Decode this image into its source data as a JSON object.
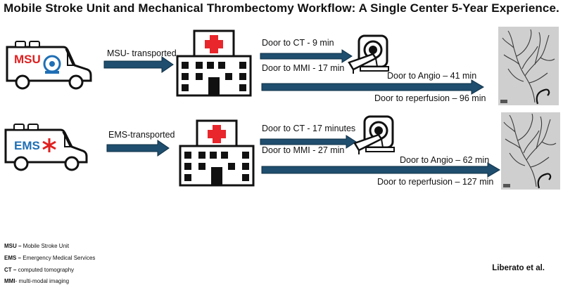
{
  "title": "Mobile Stroke Unit and Mechanical Thrombectomy Workflow: A Single Center 5-Year Experience.",
  "msu_row": {
    "vehicle_label": "MSU",
    "transport_label": "MSU- transported",
    "door_to_ct": "Door to CT - 9 min",
    "door_to_mmi": "Door to MMI - 17 min",
    "door_to_angio": "Door to Angio – 41 min",
    "door_to_reperfusion": "Door to reperfusion – 96 min"
  },
  "ems_row": {
    "vehicle_label": "EMS",
    "transport_label": "EMS-transported",
    "door_to_ct": "Door to CT - 17 minutes",
    "door_to_mmi": "Door to MMI - 27 min",
    "door_to_angio": "Door to Angio – 62 min",
    "door_to_reperfusion": "Door to reperfusion – 127 min"
  },
  "legend": [
    {
      "abbr": "MSU –",
      "text": " Mobile Stroke Unit"
    },
    {
      "abbr": "EMS –",
      "text": " Emergency Medical Services"
    },
    {
      "abbr": "CT –",
      "text": " computed tomography"
    },
    {
      "abbr": "MMI",
      "text": "- multi-modal imaging"
    }
  ],
  "credit": "Liberato et al.",
  "colors": {
    "arrow": "#1f4e6e",
    "cross": "#e8262b",
    "msu_text": "#e02020",
    "ems_text": "#1f6fb5"
  }
}
